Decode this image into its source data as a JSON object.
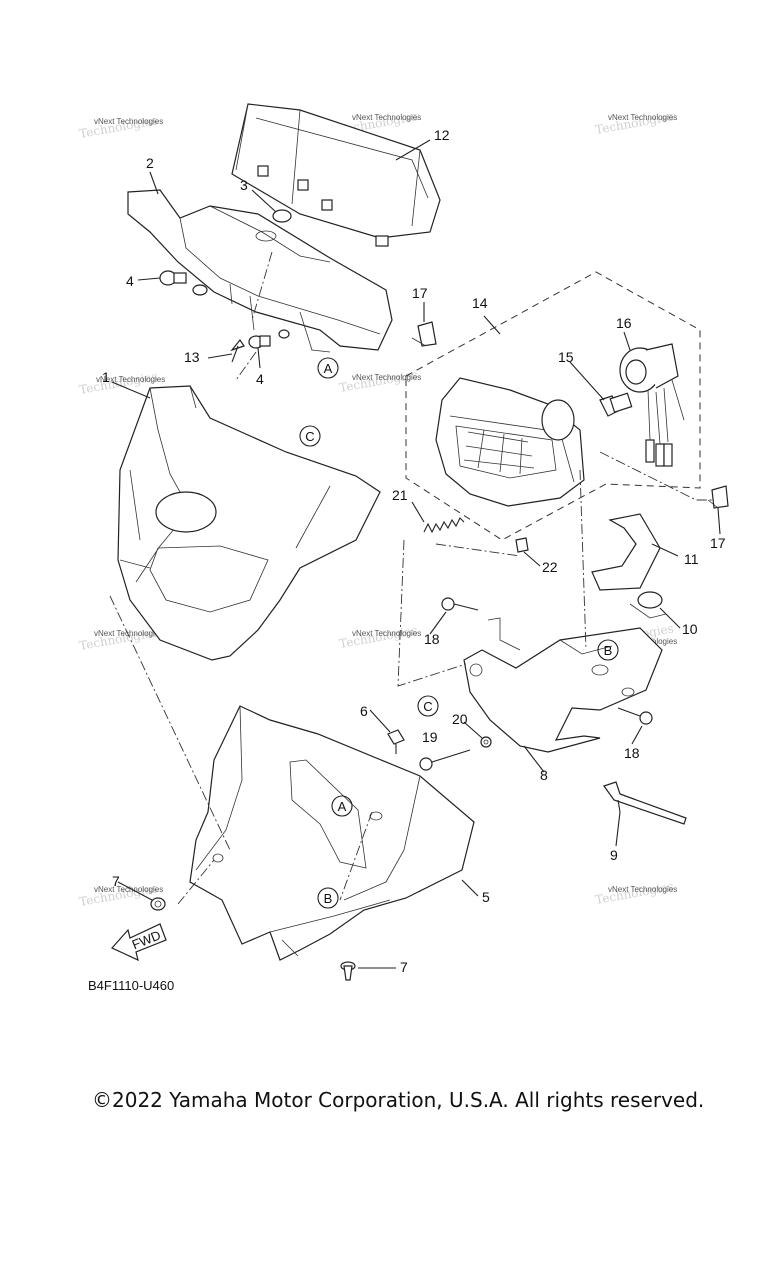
{
  "figure_code": "B4F1110-U460",
  "copyright": "©2022 Yamaha Motor Corporation, U.S.A. All rights reserved.",
  "watermark": {
    "line1": "vNext Technologies",
    "line2": "Technologies"
  },
  "direction_arrow": "FWD",
  "callouts": {
    "c1": "1",
    "c2": "2",
    "c3": "3",
    "c4a": "4",
    "c4b": "4",
    "c5": "5",
    "c6": "6",
    "c7a": "7",
    "c7b": "7",
    "c8": "8",
    "c9": "9",
    "c10": "10",
    "c11": "11",
    "c12": "12",
    "c13": "13",
    "c14": "14",
    "c15": "15",
    "c16": "16",
    "c17a": "17",
    "c17b": "17",
    "c18a": "18",
    "c18b": "18",
    "c19": "19",
    "c20": "20",
    "c21": "21",
    "c22": "22"
  },
  "reference_letters": {
    "a1": "A",
    "a2": "A",
    "b1": "B",
    "b2": "B",
    "c1": "C",
    "c2": "C"
  }
}
